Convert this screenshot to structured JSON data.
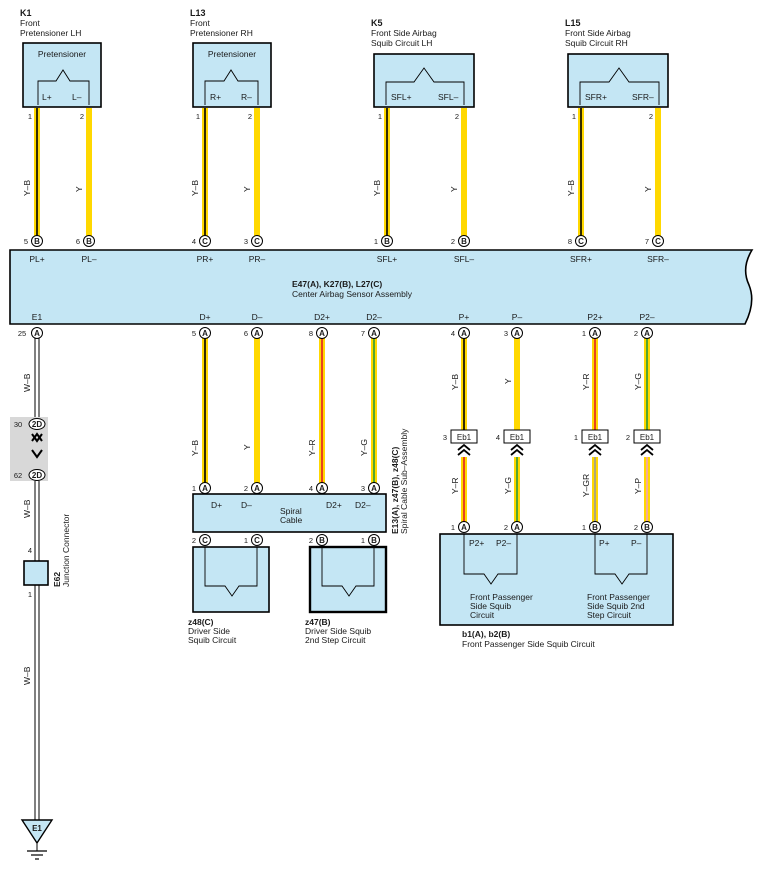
{
  "colors": {
    "component_fill": "#c4e6f4",
    "wire_yellow": "#ffd800",
    "wire_black": "#000000",
    "wire_red": "#e31e24",
    "wire_green": "#2a9a3a",
    "wire_pink": "#f2a0c0",
    "wire_gray": "#9a9a9a",
    "shade": "#d8d8d8"
  },
  "top": [
    {
      "id": "K1",
      "lines": [
        "Front",
        "Pretensioner LH"
      ],
      "inner": "Pretensioner",
      "pins": [
        {
          "num": "1",
          "label": "L+",
          "wire": "Y–B",
          "col": [
            "#ffd800",
            "#000000"
          ]
        },
        {
          "num": "2",
          "label": "L–",
          "wire": "Y",
          "col": [
            "#ffd800"
          ]
        }
      ]
    },
    {
      "id": "L13",
      "lines": [
        "Front",
        "Pretensioner RH"
      ],
      "inner": "Pretensioner",
      "pins": [
        {
          "num": "1",
          "label": "R+",
          "wire": "Y–B",
          "col": [
            "#ffd800",
            "#000000"
          ]
        },
        {
          "num": "2",
          "label": "R–",
          "wire": "Y",
          "col": [
            "#ffd800"
          ]
        }
      ]
    },
    {
      "id": "K5",
      "lines": [
        "Front Side Airbag",
        "Squib Circuit LH"
      ],
      "inner": "",
      "pins": [
        {
          "num": "1",
          "label": "SFL+",
          "wire": "Y–B",
          "col": [
            "#ffd800",
            "#000000"
          ]
        },
        {
          "num": "2",
          "label": "SFL–",
          "wire": "Y",
          "col": [
            "#ffd800"
          ]
        }
      ]
    },
    {
      "id": "L15",
      "lines": [
        "Front Side Airbag",
        "Squib Circuit RH"
      ],
      "inner": "",
      "pins": [
        {
          "num": "1",
          "label": "SFR+",
          "wire": "Y–B",
          "col": [
            "#ffd800",
            "#000000"
          ]
        },
        {
          "num": "2",
          "label": "SFR–",
          "wire": "Y",
          "col": [
            "#ffd800"
          ]
        }
      ]
    }
  ],
  "ecu": {
    "title": "E47(A), K27(B), L27(C)",
    "subtitle": "Center Airbag Sensor Assembly",
    "top_pins": [
      {
        "num": "5",
        "conn": "B",
        "label": "PL+"
      },
      {
        "num": "6",
        "conn": "B",
        "label": "PL–"
      },
      {
        "num": "4",
        "conn": "C",
        "label": "PR+"
      },
      {
        "num": "3",
        "conn": "C",
        "label": "PR–"
      },
      {
        "num": "1",
        "conn": "B",
        "label": "SFL+"
      },
      {
        "num": "2",
        "conn": "B",
        "label": "SFL–"
      },
      {
        "num": "8",
        "conn": "C",
        "label": "SFR+"
      },
      {
        "num": "7",
        "conn": "C",
        "label": "SFR–"
      }
    ],
    "bottom_pins": [
      {
        "num": "25",
        "conn": "A",
        "label": "E1"
      },
      {
        "num": "5",
        "conn": "A",
        "label": "D+"
      },
      {
        "num": "6",
        "conn": "A",
        "label": "D–"
      },
      {
        "num": "8",
        "conn": "A",
        "label": "D2+"
      },
      {
        "num": "7",
        "conn": "A",
        "label": "D2–"
      },
      {
        "num": "4",
        "conn": "A",
        "label": "P+"
      },
      {
        "num": "3",
        "conn": "A",
        "label": "P–"
      },
      {
        "num": "1",
        "conn": "A",
        "label": "P2+"
      },
      {
        "num": "2",
        "conn": "A",
        "label": "P2–"
      }
    ]
  },
  "ground_wire": {
    "color_code": "W–B",
    "joint_top": {
      "num": "30",
      "conn": "2D"
    },
    "joint_bottom": {
      "num": "62",
      "conn": "2D"
    },
    "junction_id": "E62",
    "junction_name": "Junction Connector",
    "junction_pin_top": "4",
    "junction_pin_bottom": "1",
    "ground_label": "E1"
  },
  "driver_wires": [
    {
      "wire": "Y–B",
      "col": [
        "#ffd800",
        "#000000"
      ]
    },
    {
      "wire": "Y",
      "col": [
        "#ffd800"
      ]
    },
    {
      "wire": "Y–R",
      "col": [
        "#ffd800",
        "#e31e24"
      ]
    },
    {
      "wire": "Y–G",
      "col": [
        "#ffd800",
        "#2a9a3a"
      ]
    }
  ],
  "spiral": {
    "pins_top": [
      {
        "num": "1",
        "conn": "A",
        "label": "D+"
      },
      {
        "num": "2",
        "conn": "A",
        "label": "D–"
      },
      {
        "num": "4",
        "conn": "A",
        "label": "D2+"
      },
      {
        "num": "3",
        "conn": "A",
        "label": "D2–"
      }
    ],
    "label": "Spiral Cable",
    "side_id": "E13(A), z47(B), z48(C)",
    "side_name": "Spiral Cable Sub–Assembly",
    "pins_bottom": [
      {
        "num": "2",
        "conn": "C"
      },
      {
        "num": "1",
        "conn": "C"
      },
      {
        "num": "2",
        "conn": "B"
      },
      {
        "num": "1",
        "conn": "B"
      }
    ]
  },
  "squib_boxes": [
    {
      "id": "z48(C)",
      "lines": [
        "Driver Side",
        "Squib Circuit"
      ]
    },
    {
      "id": "z47(B)",
      "lines": [
        "Driver Side Squib",
        "2nd Step Circuit"
      ]
    }
  ],
  "passenger": {
    "wires_upper": [
      {
        "wire": "Y–B",
        "col": [
          "#ffd800",
          "#000000"
        ]
      },
      {
        "wire": "Y",
        "col": [
          "#ffd800"
        ]
      },
      {
        "wire": "Y–R",
        "col": [
          "#ffd800",
          "#e31e24"
        ]
      },
      {
        "wire": "Y–G",
        "col": [
          "#ffd800",
          "#2a9a3a"
        ]
      }
    ],
    "eb1": [
      {
        "num": "3",
        "conn": "Eb1"
      },
      {
        "num": "4",
        "conn": "Eb1"
      },
      {
        "num": "1",
        "conn": "Eb1"
      },
      {
        "num": "2",
        "conn": "Eb1"
      }
    ],
    "wires_lower": [
      {
        "wire": "Y–R",
        "col": [
          "#ffd800",
          "#e31e24"
        ]
      },
      {
        "wire": "Y–G",
        "col": [
          "#ffd800",
          "#2a9a3a"
        ]
      },
      {
        "wire": "Y–GR",
        "col": [
          "#ffd800",
          "#9a9a9a"
        ]
      },
      {
        "wire": "Y–P",
        "col": [
          "#ffd800",
          "#f2a0c0"
        ]
      }
    ],
    "pins_top": [
      {
        "num": "1",
        "conn": "A",
        "label": "P2+"
      },
      {
        "num": "2",
        "conn": "A",
        "label": "P2–"
      },
      {
        "num": "1",
        "conn": "B",
        "label": "P+"
      },
      {
        "num": "2",
        "conn": "B",
        "label": "P–"
      }
    ],
    "left_name": [
      "Front Passenger",
      "Side Squib",
      "Circuit"
    ],
    "right_name": [
      "Front Passenger",
      "Side Squib 2nd",
      "Step Circuit"
    ],
    "id": "b1(A), b2(B)",
    "name": "Front Passenger Side Squib Circuit"
  }
}
